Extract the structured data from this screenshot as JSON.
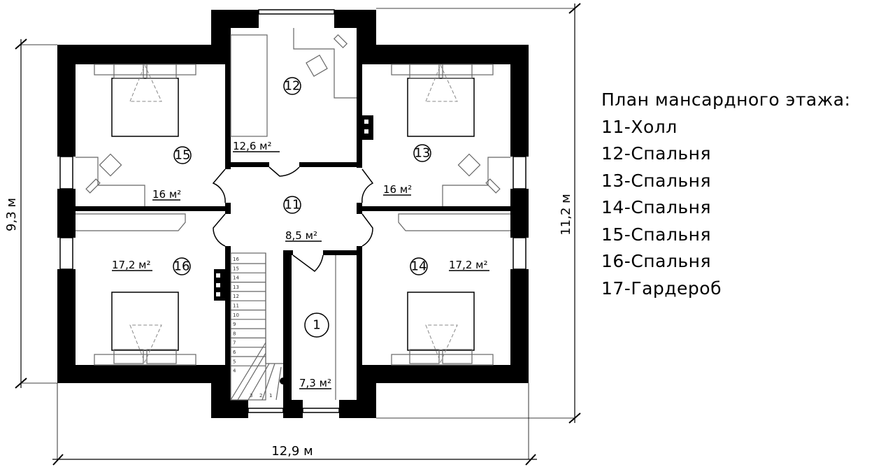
{
  "legend": {
    "title": "План мансардного этажа:",
    "items": [
      "11-Холл",
      "12-Спальня",
      "13-Спальня",
      "14-Спальня",
      "15-Спальня",
      "16-Спальня",
      "17-Гардероб"
    ]
  },
  "dimensions": {
    "height_left": "9,3 м",
    "height_right": "11,2 м",
    "width_bottom": "12,9 м"
  },
  "rooms": [
    {
      "number": "15",
      "area": "16 м²"
    },
    {
      "number": "12",
      "area": "12,6 м²"
    },
    {
      "number": "13",
      "area": "16 м²"
    },
    {
      "number": "11",
      "area": "8,5 м²"
    },
    {
      "number": "16",
      "area": "17,2 м²"
    },
    {
      "number": "14",
      "area": "17,2 м²"
    },
    {
      "number": "1",
      "area": "7,3 м²"
    }
  ],
  "stair_steps": [
    "16",
    "15",
    "14",
    "13",
    "12",
    "11",
    "10",
    "9",
    "8",
    "7",
    "6",
    "5",
    "4",
    "3",
    "2",
    "1"
  ]
}
